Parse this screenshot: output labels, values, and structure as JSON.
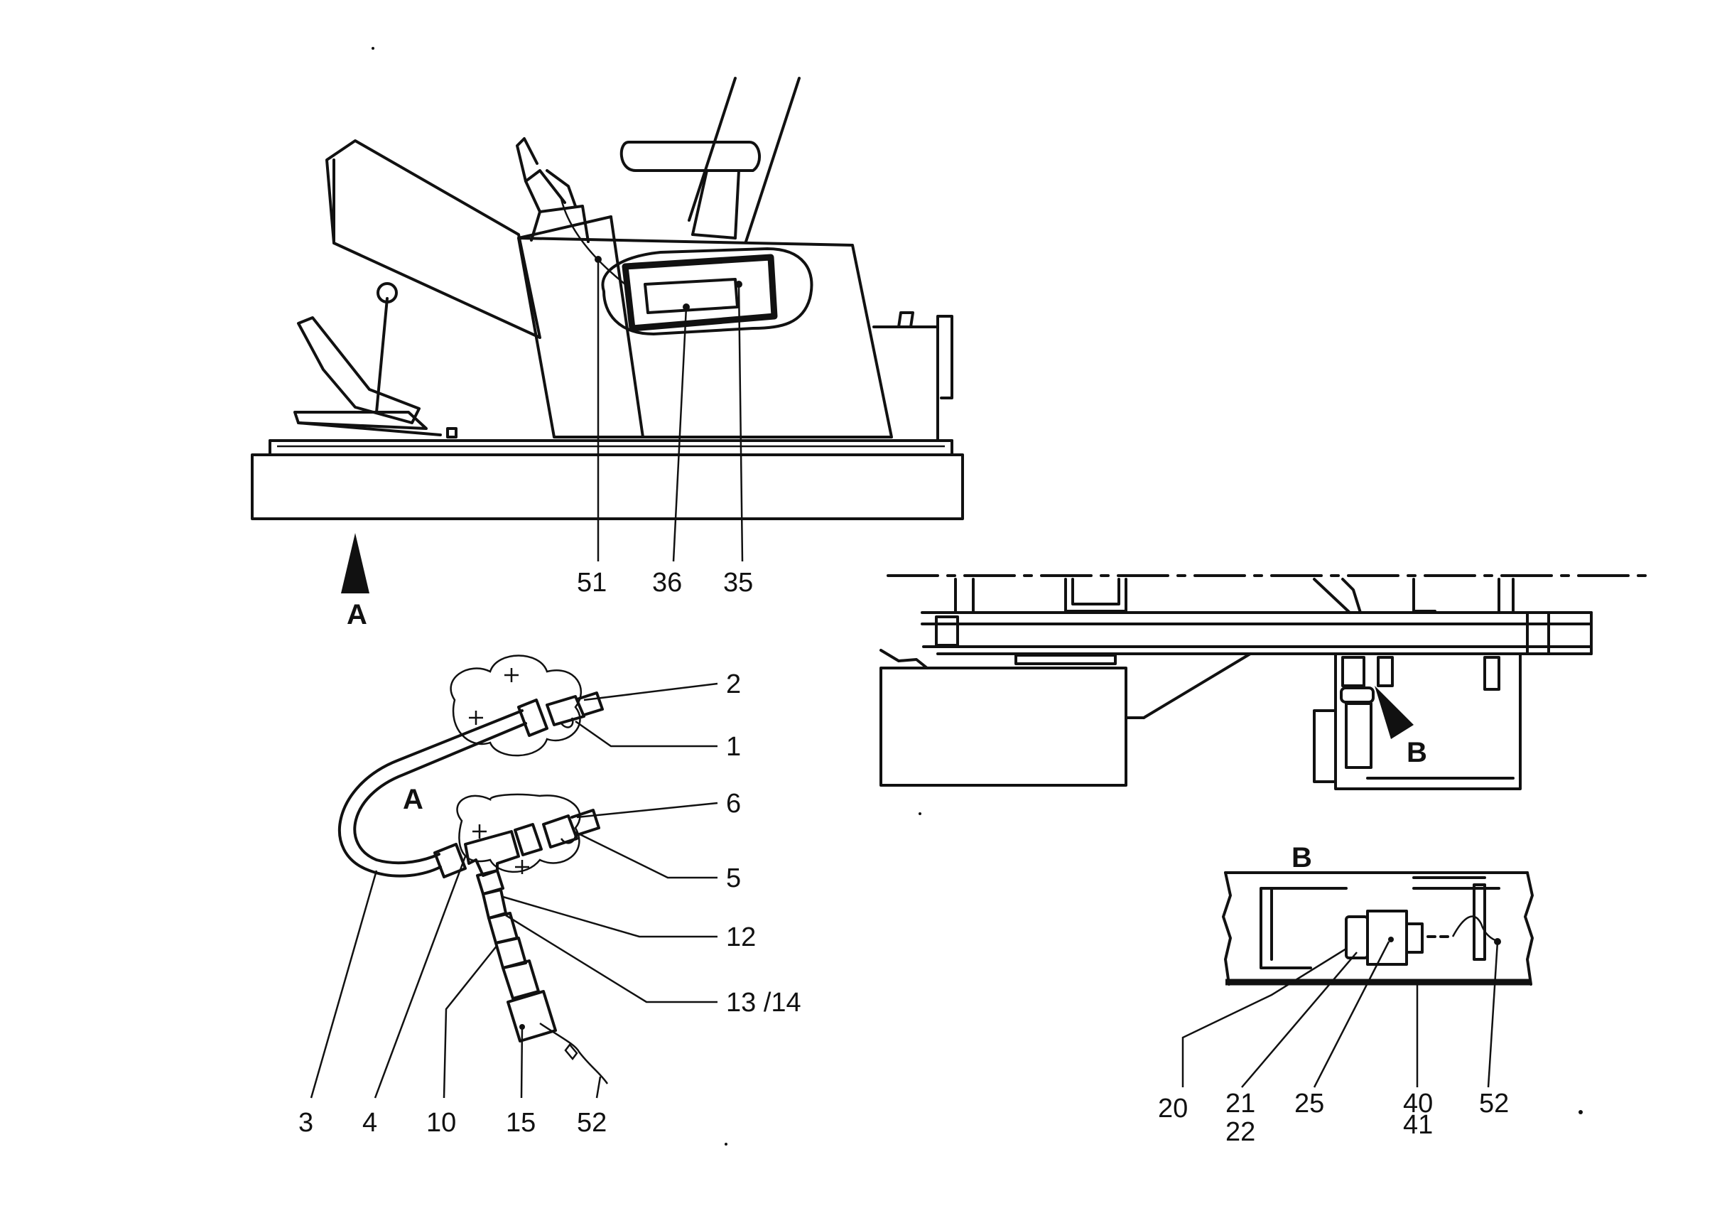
{
  "views": {
    "a": "A",
    "b": "B"
  },
  "callouts": {
    "c51": "51",
    "c36": "36",
    "c35": "35",
    "c2": "2",
    "c1": "1",
    "c6": "6",
    "c5": "5",
    "c12": "12",
    "c13_14": "13 /14",
    "c3": "3",
    "c4": "4",
    "c10": "10",
    "c15": "15",
    "c52a": "52",
    "c20": "20",
    "c21": "21",
    "c22": "22",
    "c25": "25",
    "c40": "40",
    "c41": "41",
    "c52b": "52"
  }
}
